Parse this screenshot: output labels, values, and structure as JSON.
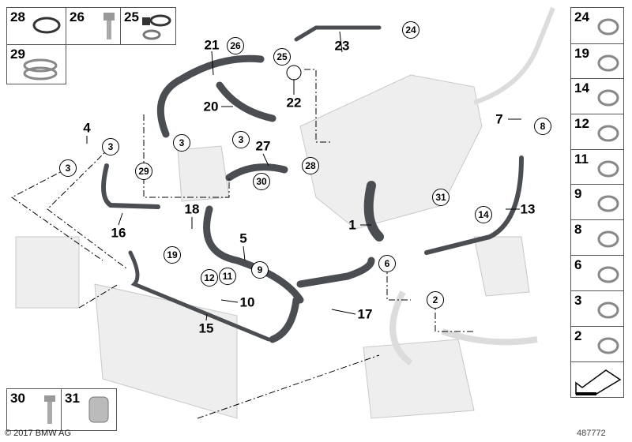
{
  "diagram": {
    "plain_labels": [
      "21",
      "23",
      "22",
      "20",
      "4",
      "27",
      "7",
      "18",
      "16",
      "5",
      "1",
      "13",
      "10",
      "15",
      "17"
    ],
    "circled_labels": [
      "26",
      "25",
      "24",
      "3",
      "3",
      "3",
      "3",
      "29",
      "30",
      "28",
      "8",
      "31",
      "14",
      "19",
      "9",
      "12",
      "11",
      "6",
      "2"
    ]
  },
  "parts_boxes_top_left": [
    "28",
    "26",
    "25",
    "29"
  ],
  "parts_boxes_right": [
    "24",
    "19",
    "14",
    "12",
    "11",
    "9",
    "8",
    "6",
    "3",
    "2"
  ],
  "parts_boxes_bottom_left": [
    "30",
    "31"
  ],
  "footer": {
    "copyright": "© 2017 BMW AG",
    "document_number": "487772"
  },
  "colors": {
    "hose": "#4a4d52",
    "ghost": "#d8d8d8",
    "line": "#000000"
  }
}
